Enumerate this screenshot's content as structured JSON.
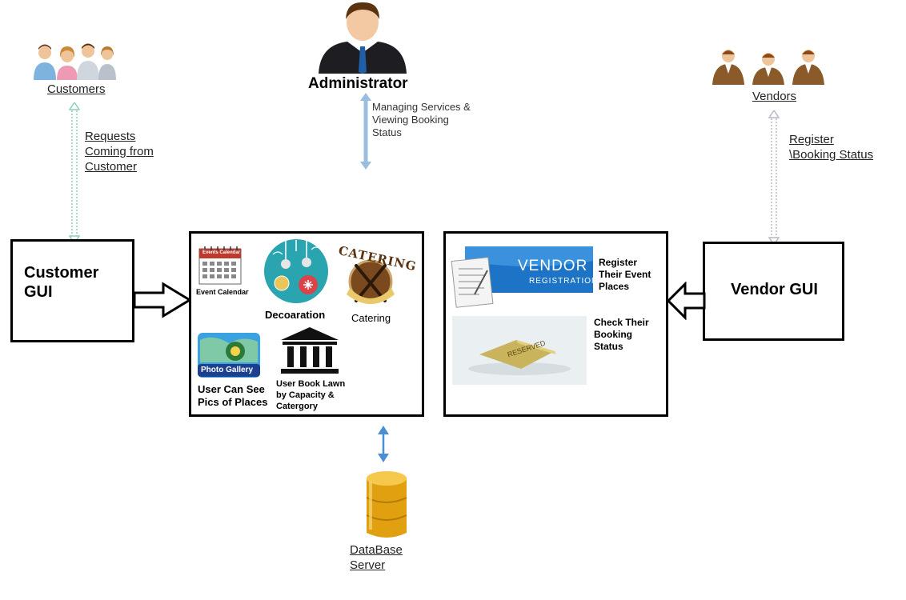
{
  "actors": {
    "customers": {
      "label": "Customers",
      "icon": "customers-group-icon"
    },
    "administrator": {
      "label": "Administrator",
      "icon": "administrator-person-icon"
    },
    "vendors": {
      "label": "Vendors",
      "icon": "vendors-group-icon"
    }
  },
  "connectors": {
    "customer_link": "Requests\nComing from\nCustomer",
    "admin_link": "Managing Services &\nViewing Booking\nStatus",
    "vendor_link": "Register\n\\Booking Status"
  },
  "customer_gui": {
    "title": "Customer\nGUI"
  },
  "vendor_gui": {
    "title": "Vendor GUI"
  },
  "customer_panel": {
    "event_calendar_banner": "Events Calendar",
    "event_calendar_label": "Event Calendar",
    "decoration_label": "Decoaration",
    "catering_logo_text": "CATERING",
    "catering_label": "Catering",
    "photo_gallery_badge": "Photo Gallery",
    "photo_gallery_label": "User Can See\nPics of Places",
    "lawn_label": "User Book Lawn\nby Capacity &\nCatergory"
  },
  "vendor_panel": {
    "vendor_banner_title": "VENDOR",
    "vendor_banner_subtitle": "REGISTRATION",
    "register_label": "Register\nTheir Event\nPlaces",
    "reserved_sign": "RESERVED",
    "booking_label": "Check Their\nBooking\nStatus"
  },
  "database": {
    "label": "DataBase\nServer"
  },
  "colors": {
    "customer_arrow": "#8fd1b8",
    "admin_arrow": "#9bbde0",
    "vendor_arrow": "#bdb6c8",
    "db_arrow": "#4a8fd6",
    "db_gold": "#f2b01c",
    "vendor_banner": "#1d74c6"
  }
}
